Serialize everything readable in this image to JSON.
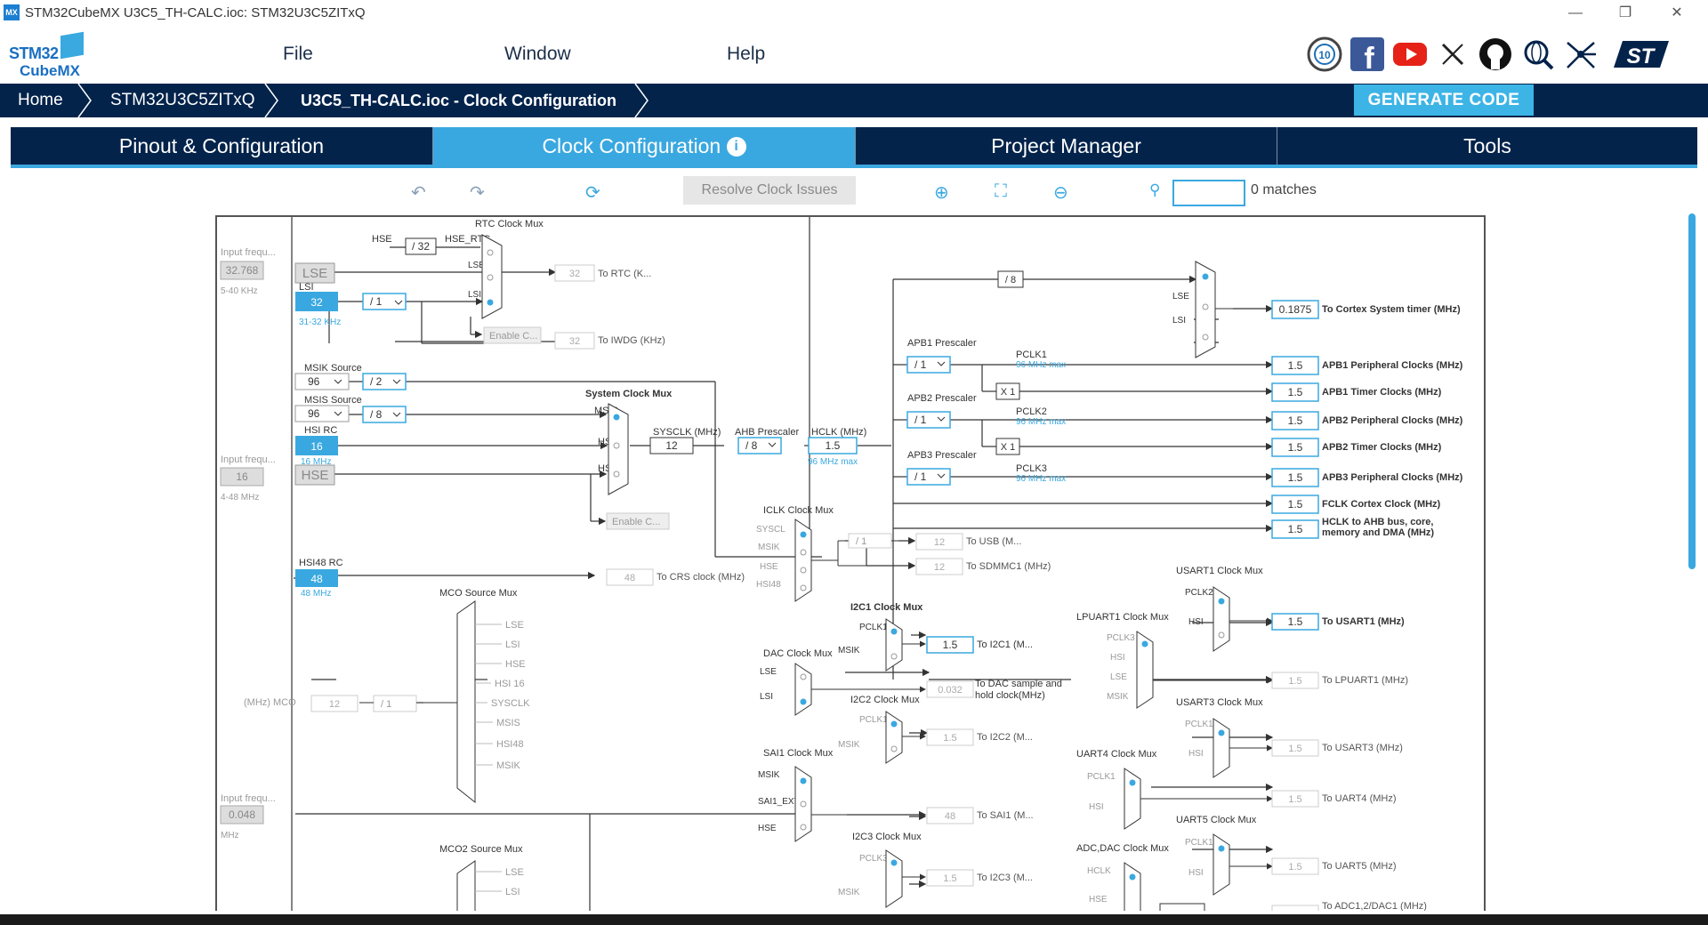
{
  "window": {
    "title": "STM32CubeMX U3C5_TH-CALC.ioc: STM32U3C5ZITxQ",
    "app_badge": "MX"
  },
  "logo": {
    "line1": "STM32",
    "line2": "CubeMX"
  },
  "menu": {
    "file": "File",
    "window": "Window",
    "help": "Help"
  },
  "breadcrumb": {
    "home": "Home",
    "device": "STM32U3C5ZITxQ",
    "project": "U3C5_TH-CALC.ioc - Clock Configuration"
  },
  "generate": "GENERATE CODE",
  "tabs": {
    "pinout": "Pinout & Configuration",
    "clock": "Clock Configuration",
    "project": "Project Manager",
    "tools": "Tools"
  },
  "toolbar": {
    "resolve": "Resolve Clock Issues",
    "matches": "0 matches"
  },
  "colors": {
    "navy": "#03234b",
    "accent": "#3aa8e0",
    "line": "#333333"
  },
  "diagram": {
    "lse": {
      "label": "LSE",
      "freq_label": "Input frequ...",
      "freq": "32.768",
      "range": "5-40 KHz"
    },
    "lsi": {
      "label": "LSI",
      "value": "32",
      "range": "31-32 KHz",
      "div": "/ 1"
    },
    "rtc": {
      "mux": "RTC Clock Mux",
      "hse": "HSE",
      "div": "/ 32",
      "hse_rtc": "HSE_RTC",
      "lse": "LSE",
      "lsi": "LSI",
      "out": "32",
      "out_label": "To RTC (K...",
      "enable": "Enable C...",
      "iwdg": "32",
      "iwdg_label": "To IWDG (KHz)"
    },
    "msik": {
      "label": "MSIK Source",
      "value": "96",
      "div": "/ 2"
    },
    "msis": {
      "label": "MSIS Source",
      "value": "96",
      "div": "/ 8"
    },
    "hsirc": {
      "label": "HSI RC",
      "value": "16",
      "range": "16 MHz"
    },
    "hse": {
      "label": "HSE",
      "freq_label": "Input frequ...",
      "freq": "16",
      "range": "4-48 MHz"
    },
    "sysmux": {
      "title": "System Clock Mux",
      "msis": "MSIS",
      "hsi": "HSI",
      "hse": "HSE",
      "enable": "Enable C..."
    },
    "sysclk": {
      "label": "SYSCLK (MHz)",
      "value": "12"
    },
    "ahb": {
      "label": "AHB Prescaler",
      "div": "/ 8"
    },
    "hclk": {
      "label": "HCLK (MHz)",
      "value": "1.5",
      "max": "96 MHz max"
    },
    "apb1": {
      "label": "APB1 Prescaler",
      "div": "/ 1",
      "pclk": "PCLK1",
      "max": "96 MHz max",
      "x": "X 1"
    },
    "apb2": {
      "label": "APB2 Prescaler",
      "div": "/ 1",
      "pclk": "PCLK2",
      "max": "96 MHz max",
      "x": "X 1"
    },
    "apb3": {
      "label": "APB3 Prescaler",
      "div": "/ 1",
      "pclk": "PCLK3",
      "max": "96 MHz max"
    },
    "cortex": {
      "div": "/ 8",
      "lse": "LSE",
      "lsi": "LSI",
      "value": "0.1875",
      "label": "To Cortex System timer (MHz)"
    },
    "outputs": [
      {
        "value": "1.5",
        "label": "APB1 Peripheral Clocks (MHz)"
      },
      {
        "value": "1.5",
        "label": "APB1 Timer Clocks (MHz)"
      },
      {
        "value": "1.5",
        "label": "APB2 Peripheral Clocks (MHz)"
      },
      {
        "value": "1.5",
        "label": "APB2 Timer Clocks (MHz)"
      },
      {
        "value": "1.5",
        "label": "APB3 Peripheral Clocks (MHz)"
      },
      {
        "value": "1.5",
        "label": "FCLK Cortex Clock (MHz)"
      },
      {
        "value": "1.5",
        "label": "HCLK to AHB bus, core,",
        "label2": "memory and DMA (MHz)"
      }
    ],
    "iclk": {
      "title": "ICLK Clock Mux",
      "in": [
        "SYSCL",
        "MSIK",
        "HSE",
        "HSI48"
      ],
      "div": "/ 1",
      "usb": "12",
      "usb_label": "To USB (M...",
      "sdmmc": "12",
      "sdmmc_label": "To SDMMC1 (MHz)"
    },
    "hsi48": {
      "label": "HSI48 RC",
      "value": "48",
      "range": "48 MHz",
      "crs": "48",
      "crs_label": "To CRS clock (MHz)"
    },
    "mco": {
      "title": "MCO Source Mux",
      "in": [
        "LSE",
        "LSI",
        "HSE",
        "HSI 16",
        "SYSCLK",
        "MSIS",
        "HSI48",
        "MSIK"
      ],
      "out_label": "(MHz) MCO",
      "out": "12",
      "div": "/ 1"
    },
    "i2c1": {
      "title": "I2C1 Clock Mux",
      "pclk": "PCLK1",
      "msik": "MSIK",
      "value": "1.5",
      "label": "To I2C1 (M..."
    },
    "dac": {
      "title": "DAC Clock Mux",
      "lse": "LSE",
      "lsi": "LSI",
      "value": "0.032",
      "label": "To DAC sample and",
      "label2": "hold clock(MHz)"
    },
    "i2c2": {
      "title": "I2C2 Clock Mux",
      "pclk": "PCLK1",
      "msik": "MSIK",
      "value": "1.5",
      "label": "To I2C2 (M..."
    },
    "sai1": {
      "title": "SAI1 Clock Mux",
      "msik": "MSIK",
      "ext": "SAI1_EXT",
      "hse": "HSE",
      "value": "48",
      "label": "To SAI1 (M..."
    },
    "i2c3": {
      "title": "I2C3 Clock Mux",
      "pclk": "PCLK3",
      "msik": "MSIK",
      "value": "1.5",
      "label": "To I2C3 (M..."
    },
    "lse2": {
      "freq_label": "Input frequ...",
      "freq": "0.048",
      "unit": "MHz"
    },
    "mco2": {
      "title": "MCO2 Source Mux",
      "lse": "LSE",
      "lsi": "LSI"
    },
    "usart1": {
      "title": "USART1 Clock Mux",
      "pclk": "PCLK2",
      "hsi": "HSI",
      "value": "1.5",
      "label": "To USART1 (MHz)"
    },
    "lpuart1": {
      "title": "LPUART1 Clock Mux",
      "in": [
        "PCLK3",
        "HSI",
        "LSE",
        "MSIK"
      ],
      "value": "1.5",
      "label": "To LPUART1 (MHz)"
    },
    "usart3": {
      "title": "USART3 Clock Mux",
      "pclk": "PCLK1",
      "hsi": "HSI",
      "value": "1.5",
      "label": "To USART3 (MHz)"
    },
    "uart4": {
      "title": "UART4 Clock Mux",
      "pclk": "PCLK1",
      "hsi": "HSI",
      "value": "1.5",
      "label": "To UART4 (MHz)"
    },
    "uart5": {
      "title": "UART5 Clock Mux",
      "pclk": "PCLK1",
      "hsi": "HSI",
      "value": "1.5",
      "label": "To UART5 (MHz)"
    },
    "adc": {
      "title": "ADC,DAC Clock Mux",
      "hclk": "HCLK",
      "hse": "HSE",
      "label": "To ADC1,2/DAC1 (MHz)"
    }
  }
}
